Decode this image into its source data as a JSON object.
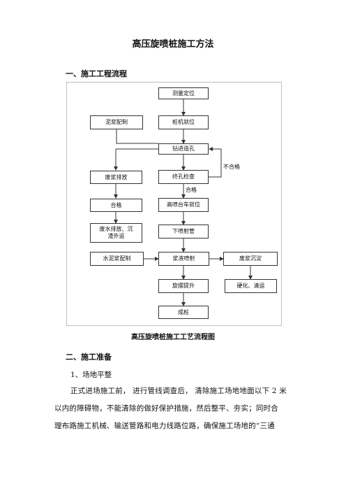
{
  "document": {
    "title": "高压旋喷桩施工方法",
    "section1": "一、施工工程流程",
    "caption": "高压旋喷桩施工工艺流程图",
    "section2": "二、施工准备",
    "subsection": "1、场地平整",
    "paragraph_lines": [
      "正式进场施工前，  进行管线调查后，  清除施工场地地面以下 2 米",
      "以内的障碍物，不能清除的做好保护措施，然后整平、夯实；同时合",
      "理布路施工机械、输送管路和电力线路位路，确保施工场地的“三通"
    ]
  },
  "flowchart": {
    "nodes": {
      "measure": "测量定位",
      "rig": "桩机就位",
      "mud": "泥浆配制",
      "drill": "钻进造孔",
      "waste_mud": "废浆排放",
      "inspect": "终孔检查",
      "qualified_left": "合格",
      "trolley": "高喷台车就位",
      "discharge": "废水排放、沉\n渣外运",
      "lower_pipe": "下喷射管",
      "cement": "水泥浆配制",
      "jet": "浆液喷射",
      "settle": "废浆沉淀",
      "lift": "旋摆提升",
      "harden": "硬化、清运",
      "pile": "成桩"
    },
    "labels": {
      "unqualified": "不合格",
      "qualified": "合格"
    }
  }
}
